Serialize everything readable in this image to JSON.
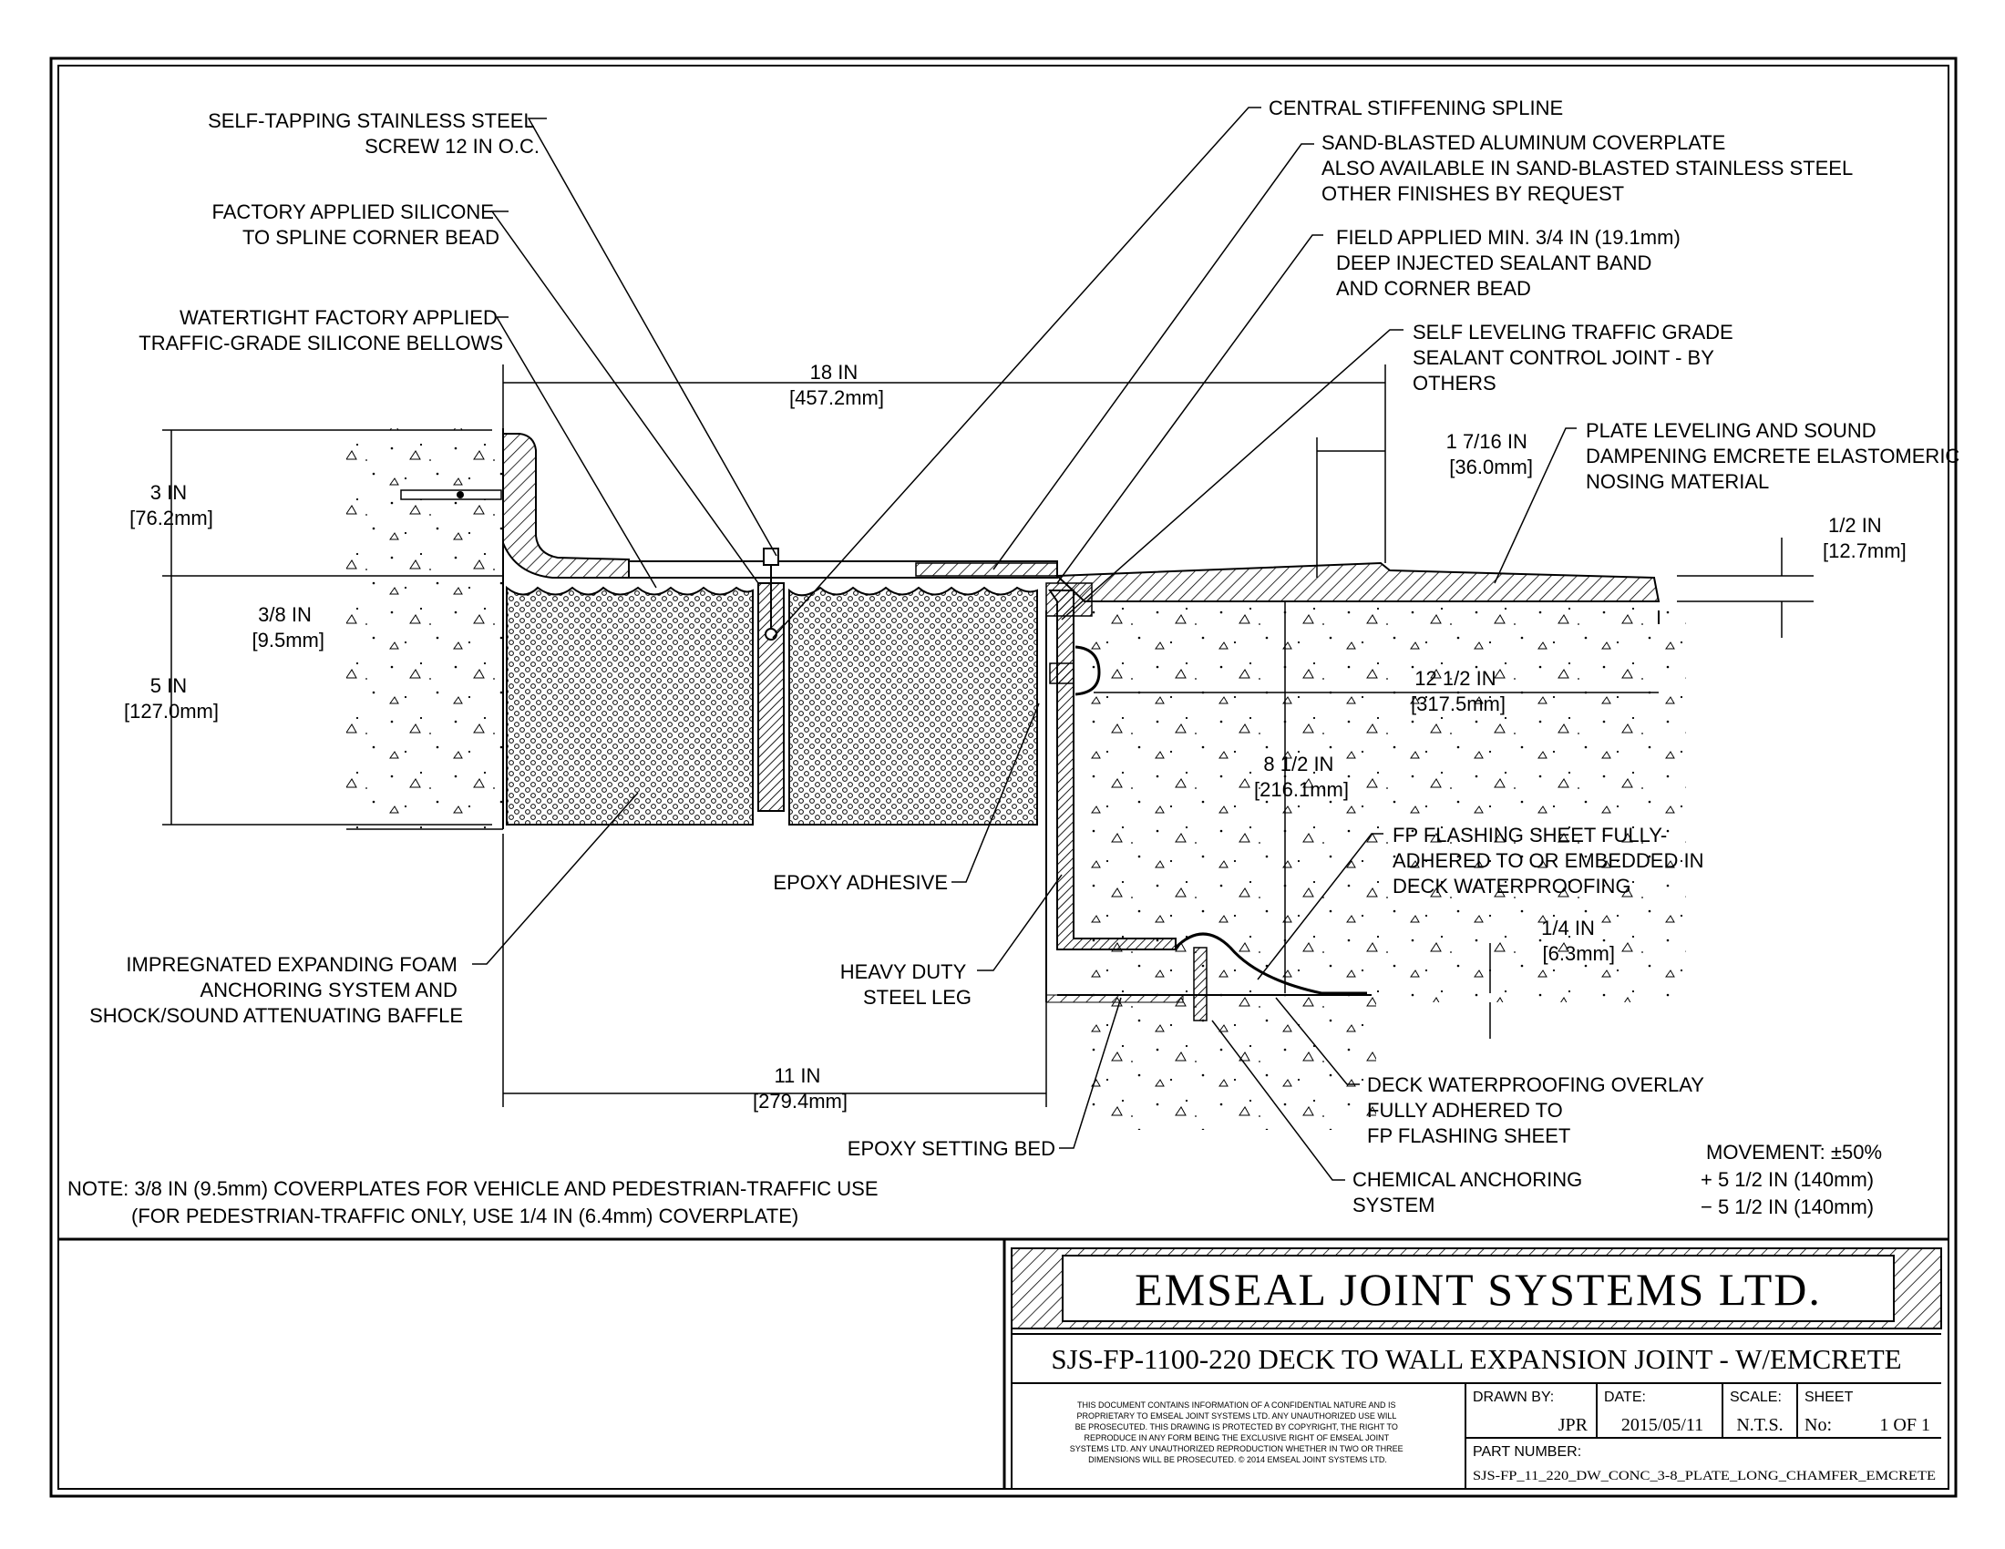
{
  "callouts": {
    "screw": [
      "SELF-TAPPING STAINLESS STEEL",
      "SCREW 12 IN O.C."
    ],
    "silicone_bead": [
      "FACTORY APPLIED SILICONE",
      "TO SPLINE CORNER BEAD"
    ],
    "bellows": [
      "WATERTIGHT FACTORY APPLIED",
      "TRAFFIC-GRADE SILICONE BELLOWS"
    ],
    "spline": [
      "CENTRAL STIFFENING SPLINE"
    ],
    "coverplate": [
      "SAND-BLASTED ALUMINUM COVERPLATE",
      "ALSO AVAILABLE IN SAND-BLASTED STAINLESS STEEL",
      "OTHER FINISHES BY REQUEST"
    ],
    "sealant_band": [
      "FIELD APPLIED MIN. 3/4 IN (19.1mm)",
      "DEEP INJECTED SEALANT BAND",
      "AND CORNER BEAD"
    ],
    "control_joint": [
      "SELF LEVELING TRAFFIC GRADE",
      "SEALANT CONTROL JOINT - BY",
      "OTHERS"
    ],
    "nosing": [
      "PLATE LEVELING AND SOUND",
      "DAMPENING EMCRETE ELASTOMERIC",
      "NOSING MATERIAL"
    ],
    "foam": [
      "IMPREGNATED EXPANDING FOAM",
      "ANCHORING SYSTEM AND",
      "SHOCK/SOUND ATTENUATING BAFFLE"
    ],
    "epoxy_adhesive": [
      "EPOXY ADHESIVE"
    ],
    "steel_leg": [
      "HEAVY DUTY",
      "STEEL LEG"
    ],
    "flashing": [
      "FP FLASHING SHEET FULLY-",
      "ADHERED TO OR EMBEDDED IN",
      "DECK WATERPROOFING"
    ],
    "overlay": [
      "DECK WATERPROOFING OVERLAY",
      "FULLY ADHERED TO",
      "FP FLASHING SHEET"
    ],
    "setting_bed": [
      "EPOXY SETTING BED"
    ],
    "chem_anchor": [
      "CHEMICAL ANCHORING",
      "SYSTEM"
    ]
  },
  "dimensions": {
    "width_18": [
      "18 IN",
      "[457.2mm]"
    ],
    "d_1_7_16": [
      "1 7/16 IN",
      "[36.0mm]"
    ],
    "d_3": [
      "3 IN",
      "[76.2mm]"
    ],
    "d_3_8": [
      "3/8 IN",
      "[9.5mm]"
    ],
    "d_5": [
      "5 IN",
      "[127.0mm]"
    ],
    "d_1_2": [
      "1/2 IN",
      "[12.7mm]"
    ],
    "d_12_1_2": [
      "12 1/2 IN",
      "[317.5mm]"
    ],
    "d_8_1_2": [
      "8 1/2 IN",
      "[216.1mm]"
    ],
    "d_1_4": [
      "1/4 IN",
      "[6.3mm]"
    ],
    "d_11": [
      "11 IN",
      "[279.4mm]"
    ]
  },
  "note": [
    "NOTE: 3/8 IN (9.5mm) COVERPLATES FOR VEHICLE AND PEDESTRIAN-TRAFFIC USE",
    "(FOR PEDESTRIAN-TRAFFIC ONLY, USE 1/4 IN (6.4mm) COVERPLATE)"
  ],
  "movement": [
    "MOVEMENT: ±50%",
    "+ 5 1/2 IN (140mm)",
    "− 5 1/2 IN (140mm)"
  ],
  "title_block": {
    "company": "EMSEAL JOINT SYSTEMS LTD.",
    "drawing_title": "SJS-FP-1100-220 DECK TO WALL EXPANSION JOINT - W/EMCRETE",
    "disclaimer": [
      "THIS DOCUMENT CONTAINS INFORMATION OF A CONFIDENTIAL NATURE AND IS",
      "PROPRIETARY TO EMSEAL JOINT SYSTEMS LTD. ANY UNAUTHORIZED USE WILL",
      "BE PROSECUTED. THIS DRAWING IS PROTECTED BY COPYRIGHT, THE RIGHT TO",
      "REPRODUCE IN ANY FORM BEING THE EXCLUSIVE RIGHT OF EMSEAL JOINT",
      "SYSTEMS LTD. ANY UNAUTHORIZED REPRODUCTION WHETHER IN TWO OR THREE",
      "DIMENSIONS WILL BE PROSECUTED. © 2014 EMSEAL JOINT SYSTEMS LTD."
    ],
    "drawn_by_label": "DRAWN BY:",
    "drawn_by": "JPR",
    "date_label": "DATE:",
    "date": "2015/05/11",
    "scale_label": "SCALE:",
    "scale": "N.T.S.",
    "sheet_label": "SHEET",
    "sheet_no_label": "No:",
    "sheet": "1 OF 1",
    "part_label": "PART NUMBER:",
    "part_number": "SJS-FP_11_220_DW_CONC_3-8_PLATE_LONG_CHAMFER_EMCRETE"
  }
}
